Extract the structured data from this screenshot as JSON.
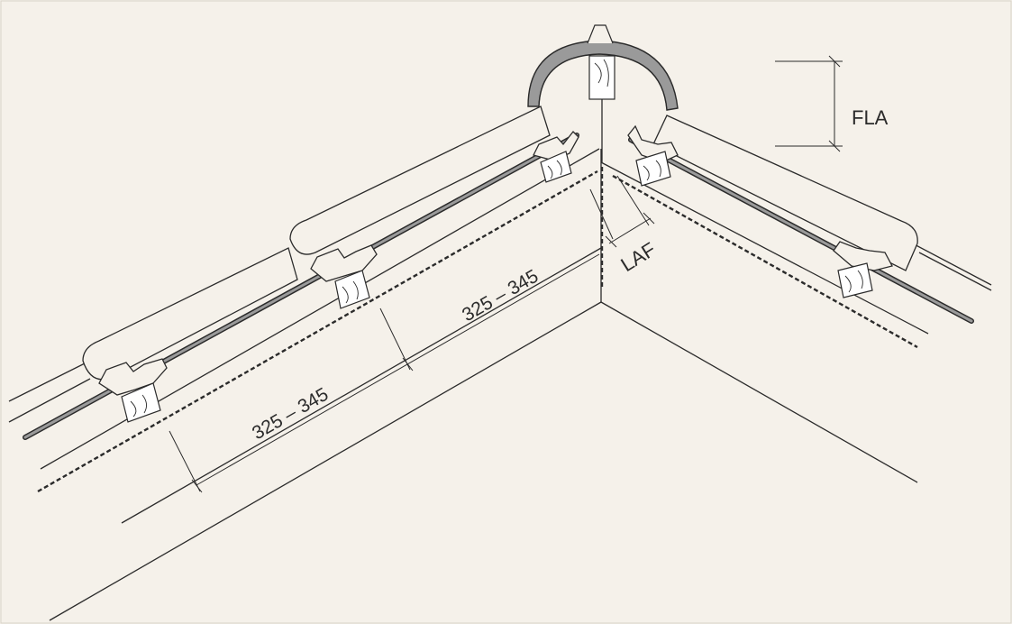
{
  "labels": {
    "fla": "FLA",
    "laf": "LAF",
    "dim_upper": "325 – 345",
    "dim_lower": "325 – 345"
  },
  "colors": {
    "background": "#f5f1ea",
    "line": "#2b2b2b",
    "ridge_tile_fill": "#9a9a9a"
  }
}
